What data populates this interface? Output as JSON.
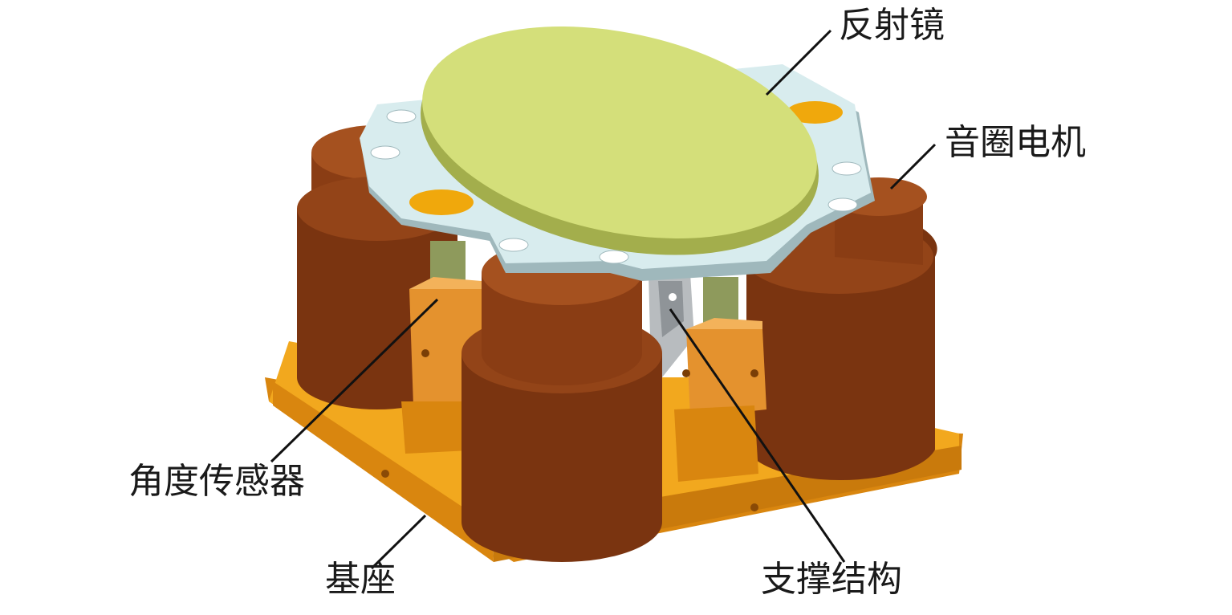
{
  "labels": {
    "mirror": "反射镜",
    "voice_coil_motor": "音圈电机",
    "angle_sensor": "角度传感器",
    "base": "基座",
    "support_structure": "支撑结构"
  },
  "colors": {
    "base_plate": "#f2a81e",
    "base_plate_dark": "#d9860f",
    "motor_body": "#8a3d14",
    "motor_dark": "#6b2c0c",
    "motor_light": "#a5511f",
    "sensor_body": "#e4922e",
    "sensor_shaft": "#8e9a5c",
    "frame": "#d8ecee",
    "frame_shadow": "#9fb8bc",
    "mirror_face": "#d4df7a",
    "mirror_edge": "#a3ae4c",
    "support": "#b8bcbf",
    "leader_line": "#111111"
  }
}
